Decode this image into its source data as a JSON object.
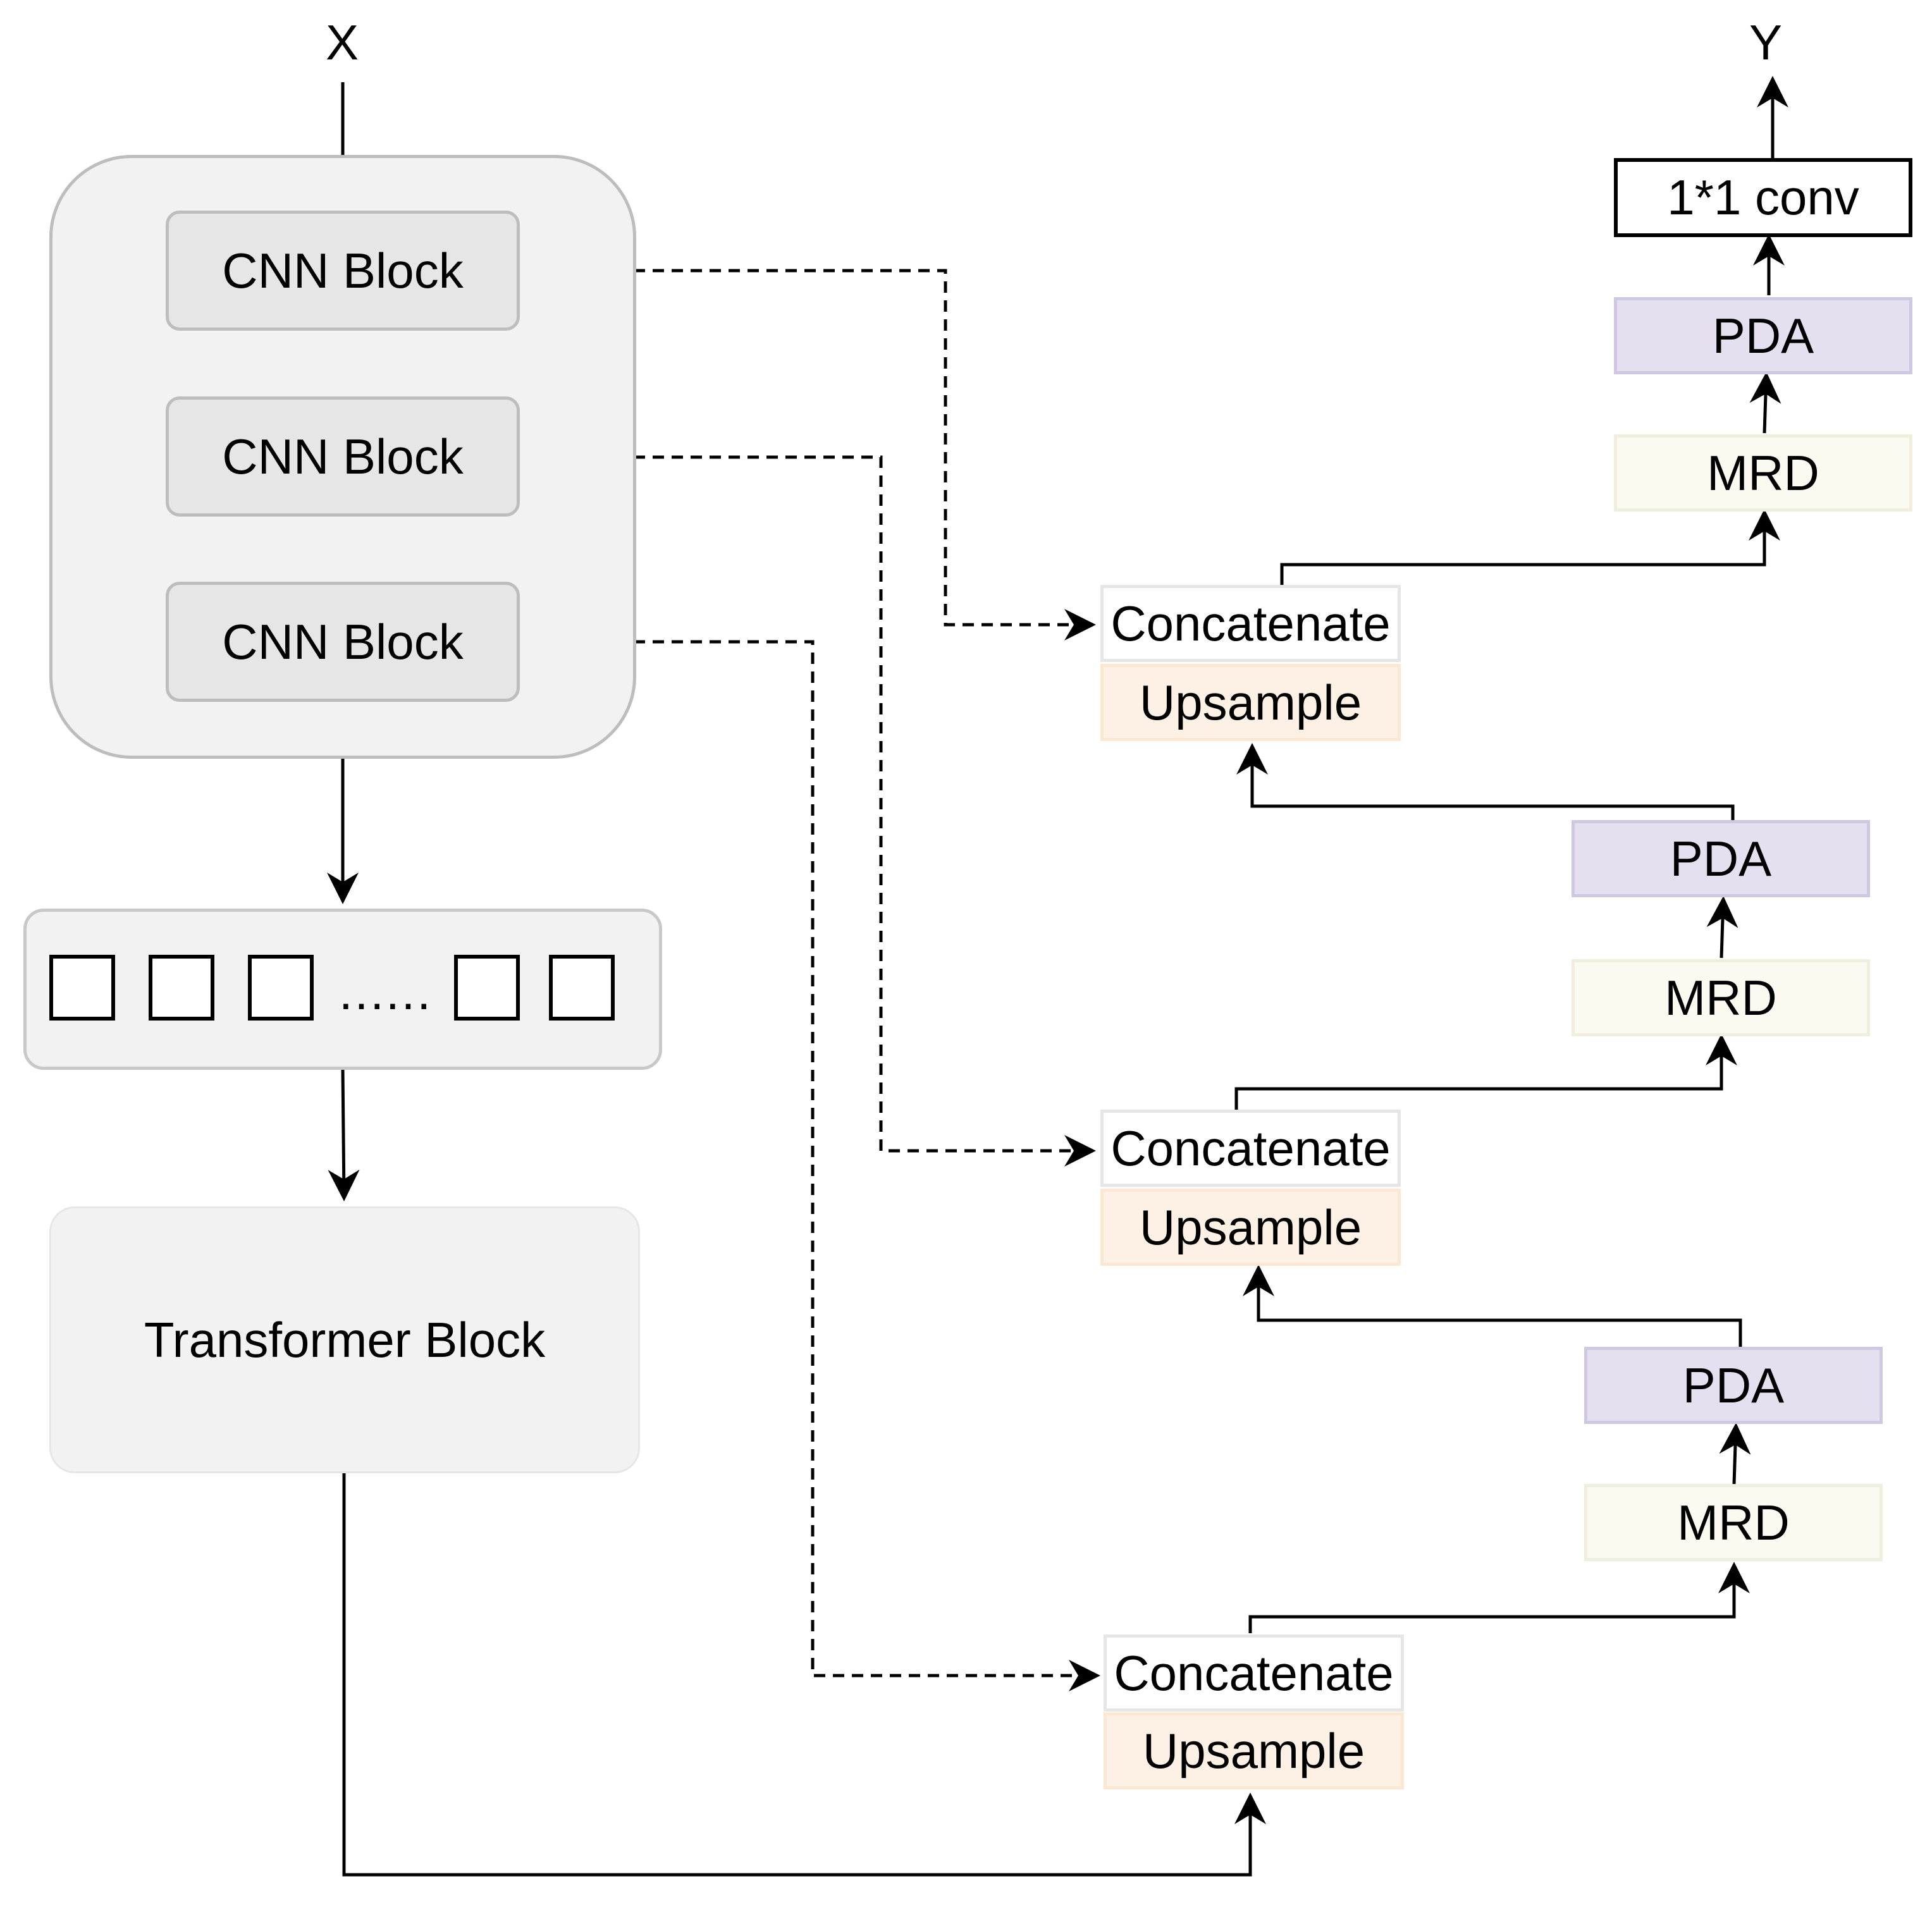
{
  "input_label": "X",
  "output_label": "Y",
  "encoder": {
    "cnn_blocks": [
      "CNN Block",
      "CNN Block",
      "CNN Block"
    ]
  },
  "tokens": {
    "ellipsis": "......"
  },
  "transformer": {
    "label": "Transformer Block"
  },
  "decoder": {
    "stages": [
      {
        "concat_label": "Concatenate",
        "upsample_label": "Upsample",
        "mrd_label": "MRD",
        "pda_label": "PDA"
      },
      {
        "concat_label": "Concatenate",
        "upsample_label": "Upsample",
        "mrd_label": "MRD",
        "pda_label": "PDA"
      },
      {
        "concat_label": "Concatenate",
        "upsample_label": "Upsample",
        "mrd_label": "MRD",
        "pda_label": "PDA"
      }
    ],
    "final_conv_label": "1*1 conv"
  },
  "colors": {
    "container_fill": "#f2f2f2",
    "cnn_fill": "#e6e6e6",
    "upsample_fill": "#fdf0e4",
    "pda_fill": "#e4e0ef",
    "mrd_fill": "#fbfaf1",
    "line": "#000000"
  }
}
